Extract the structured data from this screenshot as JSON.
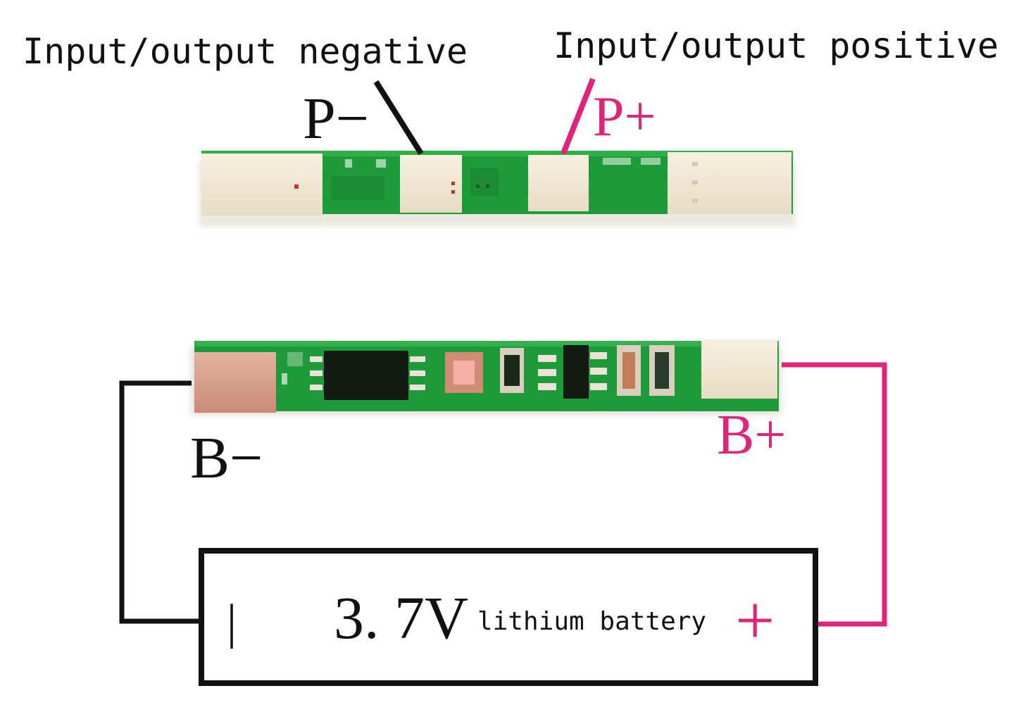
{
  "annotations": {
    "negative_caption": "Input/output negative",
    "positive_caption": "Input/output positive",
    "p_minus": "P−",
    "p_plus": "P+",
    "b_minus": "B−",
    "b_plus": "B+"
  },
  "battery": {
    "minus_sign": "|",
    "voltage": "3. 7V",
    "description": "lithium battery",
    "plus_sign": "+"
  },
  "colors": {
    "positive": "#e0247a",
    "negative": "#111111",
    "pcb_green": "#1f9a3a",
    "pad": "#f3ead8",
    "pad_copper": "#d9a08c"
  }
}
